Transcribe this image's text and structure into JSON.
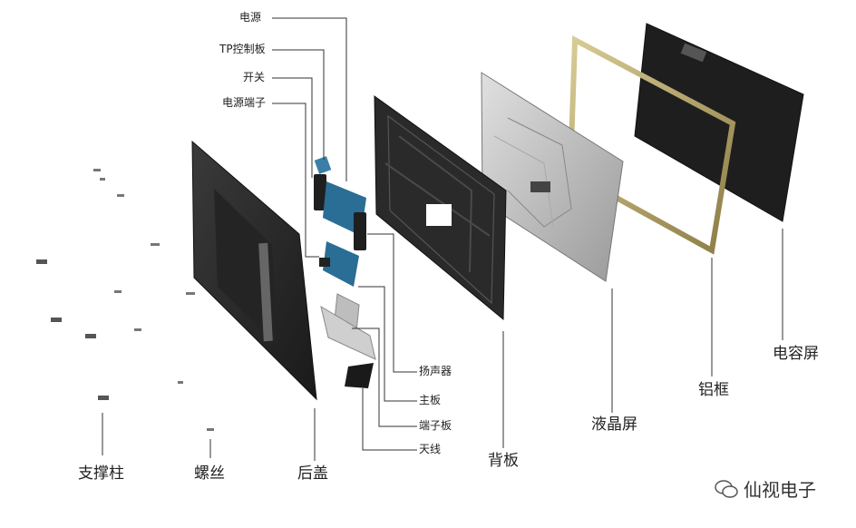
{
  "labels": {
    "power": "电源",
    "tp_board": "TP控制板",
    "switch": "开关",
    "power_terminal": "电源端子",
    "speaker": "扬声器",
    "mainboard": "主板",
    "terminal_board": "端子板",
    "antenna": "天线",
    "stand_pillar": "支撑柱",
    "screw": "螺丝",
    "rear_cover": "后盖",
    "back_plate": "背板",
    "lcd_screen": "液晶屏",
    "aluminum_frame": "铝框",
    "capacitive_screen": "电容屏"
  },
  "watermark": {
    "text": "仙视电子",
    "icon": "wechat-icon"
  }
}
